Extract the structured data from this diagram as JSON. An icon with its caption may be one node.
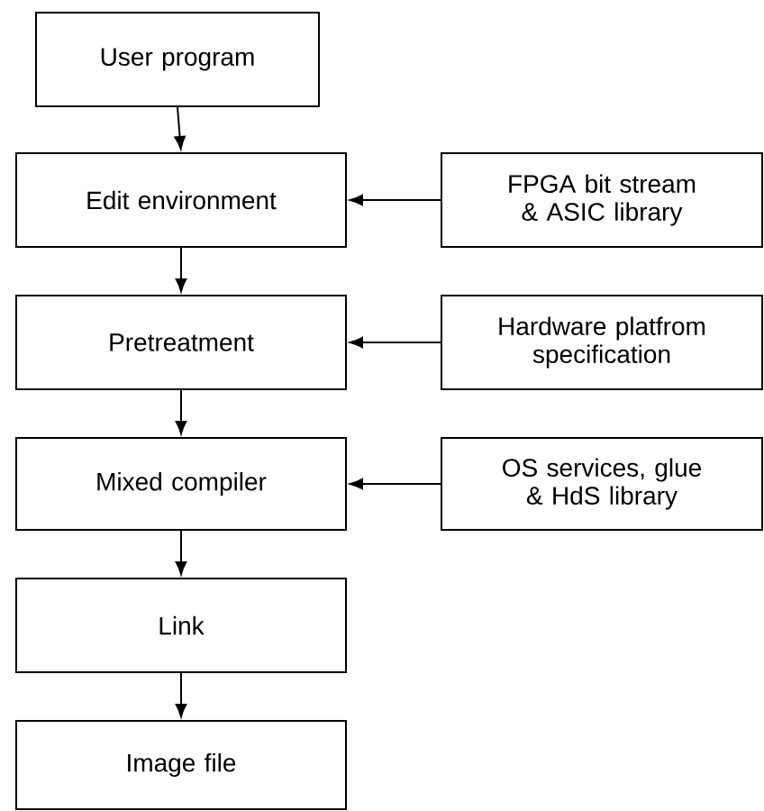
{
  "diagram": {
    "nodes": [
      {
        "text": [
          "User program"
        ]
      },
      {
        "text": [
          "Edit environment"
        ]
      },
      {
        "text": [
          "Pretreatment"
        ]
      },
      {
        "text": [
          "Mixed compiler"
        ]
      },
      {
        "text": [
          "Link"
        ]
      },
      {
        "text": [
          "Image file"
        ]
      },
      {
        "text": [
          "FPGA bit stream & ASIC library"
        ]
      },
      {
        "text": [
          "Hardware platfrom specification"
        ]
      },
      {
        "text": [
          "OS services, glue & HdS library"
        ]
      }
    ],
    "edges": [
      {
        "from": 0,
        "to": 1,
        "arrow": "to"
      },
      {
        "from": 1,
        "to": 2,
        "arrow": "to"
      },
      {
        "from": 2,
        "to": 3,
        "arrow": "to"
      },
      {
        "from": 3,
        "to": 4,
        "arrow": "to"
      },
      {
        "from": 4,
        "to": 5,
        "arrow": "to"
      },
      {
        "from": 6,
        "to": 1,
        "arrow": "to"
      },
      {
        "from": 7,
        "to": 2,
        "arrow": "to"
      },
      {
        "from": 8,
        "to": 3,
        "arrow": "to"
      }
    ]
  }
}
